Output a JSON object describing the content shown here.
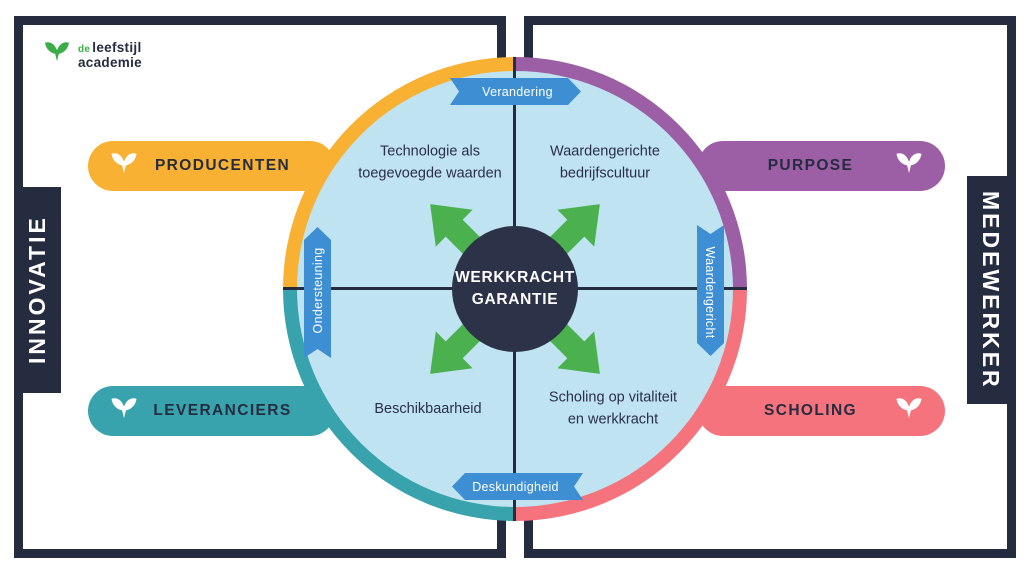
{
  "logo": {
    "prefix": "de",
    "name_line1": "leefstijl",
    "name_line2": "academie"
  },
  "side_labels": {
    "left": "INNOVATIE",
    "right": "MEDEWERKER"
  },
  "center": {
    "line1": "WERKKRACHT",
    "line2": "GARANTIE"
  },
  "quadrants": {
    "top_left": {
      "label": "Technologie als\ntoegevoegde waarden",
      "ring_color": "#f8b133"
    },
    "top_right": {
      "label": "Waardengerichte\nbedrijfscultuur",
      "ring_color": "#9c5fa5"
    },
    "bottom_left": {
      "label": "Beschikbaarheid",
      "ring_color": "#38a3ad"
    },
    "bottom_right": {
      "label": "Scholing op vitaliteit\nen werkkracht",
      "ring_color": "#f4737c"
    }
  },
  "ribbons": {
    "top": {
      "label": "Verandering",
      "direction": "right"
    },
    "right": {
      "label": "Waardengericht",
      "direction": "down"
    },
    "bottom": {
      "label": "Deskundigheid",
      "direction": "left"
    },
    "left": {
      "label": "Ondersteuning",
      "direction": "up"
    }
  },
  "pills": {
    "producenten": {
      "label": "PRODUCENTEN",
      "color": "#f8b133",
      "icon": "bird-icon",
      "icon_side": "left"
    },
    "purpose": {
      "label": "PURPOSE",
      "color": "#9c5fa5",
      "icon": "bird-icon",
      "icon_side": "right"
    },
    "leveranciers": {
      "label": "LEVERANCIERS",
      "color": "#38a3ad",
      "icon": "bird-icon",
      "icon_side": "left"
    },
    "scholing": {
      "label": "SCHOLING",
      "color": "#f4737c",
      "icon": "bird-icon",
      "icon_side": "right"
    }
  },
  "colors": {
    "navy": "#262c40",
    "circle_fill": "#bfe3f1",
    "ribbon_blue": "#3d8ed2",
    "arrow_green": "#4bb04e",
    "logo_green": "#3cae49"
  }
}
